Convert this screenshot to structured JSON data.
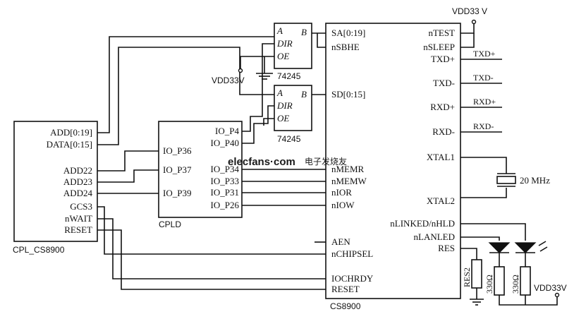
{
  "power": {
    "vdd_top": "VDD33 V",
    "vdd_left": "VDD33V",
    "vdd_right": "VDD33V"
  },
  "cpl": {
    "name": "CPL_CS8900",
    "pins": [
      "ADD[0:19]",
      "DATA[0:15]",
      "ADD22",
      "ADD23",
      "ADD24",
      "GCS3",
      "nWAIT",
      "RESET"
    ]
  },
  "cpld": {
    "name": "CPLD",
    "left_pins": [
      "IO_P36",
      "IO_P37",
      "IO_P39"
    ],
    "right_pins": [
      "IO_P4",
      "IO_P40",
      "IO_P34",
      "IO_P33",
      "IO_P31",
      "IO_P26"
    ]
  },
  "buffer_top": {
    "a": "A",
    "dir": "DIR",
    "oe": "OE",
    "b": "B",
    "part": "74245"
  },
  "buffer_bottom": {
    "a": "A",
    "dir": "DIR",
    "oe": "OE",
    "b": "B",
    "part": "74245"
  },
  "cs8900": {
    "name": "CS8900",
    "left_pins": [
      "SA[0:19]",
      "nSBHE",
      "SD[0:15]",
      "nMEMR",
      "nMEMW",
      "nIOR",
      "nIOW",
      "AEN",
      "nCHIPSEL",
      "IOCHRDY",
      "RESET"
    ],
    "right_pins": [
      "nTEST",
      "nSLEEP",
      "TXD+",
      "TXD-",
      "RXD+",
      "RXD-",
      "XTAL1",
      "XTAL2",
      "nLINKED/nHLD",
      "nLANLED",
      "RES"
    ]
  },
  "nets": {
    "txd_p": "TXD+",
    "txd_n": "TXD-",
    "rxd_p": "RXD+",
    "rxd_n": "RXD-"
  },
  "crystal": {
    "label": "20 MHz"
  },
  "resistors": {
    "res2": "RES2",
    "r1": "330Ω",
    "r2": "330Ω"
  },
  "watermark": {
    "site": "elecfans·com",
    "cn": "电子发烧友"
  }
}
